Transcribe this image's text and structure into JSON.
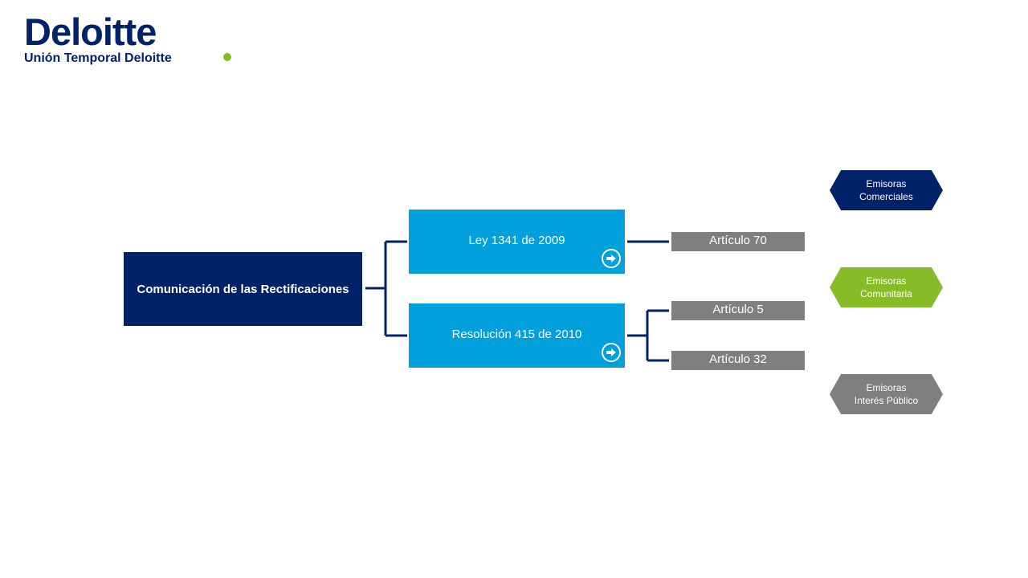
{
  "header": {
    "logo_word": "Deloitte",
    "subtitle": "Unión Temporal Deloitte"
  },
  "diagram": {
    "root": "Comunicación de las Rectificaciones",
    "laws": [
      {
        "label": "Ley  1341 de 2009",
        "articles": [
          "Artículo 70"
        ]
      },
      {
        "label": "Resolución 415 de 2010",
        "articles": [
          "Artículo 5",
          "Artículo 32"
        ]
      }
    ],
    "tags": [
      {
        "line1": "Emisoras",
        "line2": "Comerciales",
        "color": "#012169"
      },
      {
        "line1": "Emisoras",
        "line2": "Comunitaria",
        "color": "#86bc25"
      },
      {
        "line1": "Emisoras",
        "line2": "Interés Público",
        "color": "#7f7f7f"
      }
    ]
  },
  "colors": {
    "brand_navy": "#012169",
    "brand_green": "#86bc25",
    "law_blue": "#00a0dd",
    "article_gray": "#7f7f7f"
  },
  "icons": {
    "law_action": "arrow-right-circle-icon"
  }
}
